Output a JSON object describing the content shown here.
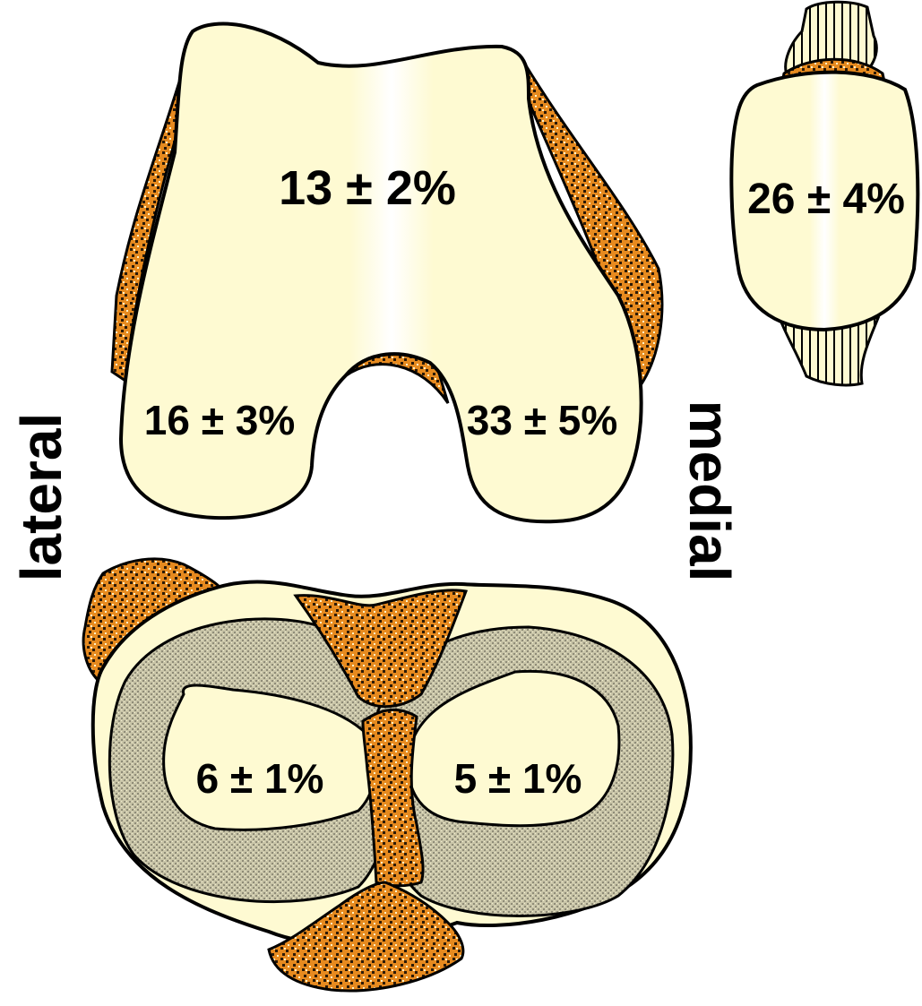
{
  "side_labels": {
    "lateral": "lateral",
    "medial": "medial"
  },
  "femur": {
    "trochlea_value": "13 ± 2%",
    "lateral_condyle_value": "16 ± 3%",
    "medial_condyle_value": "33 ± 5%"
  },
  "patella": {
    "value": "26 ± 4%"
  },
  "tibia": {
    "lateral_plateau_value": "6 ± 1%",
    "medial_plateau_value": "5 ± 1%"
  },
  "colors": {
    "cartilage": "#fefad2",
    "exposed_bone": "#e68a1f",
    "meniscus": "#c6c2a4",
    "outline": "#000000"
  }
}
